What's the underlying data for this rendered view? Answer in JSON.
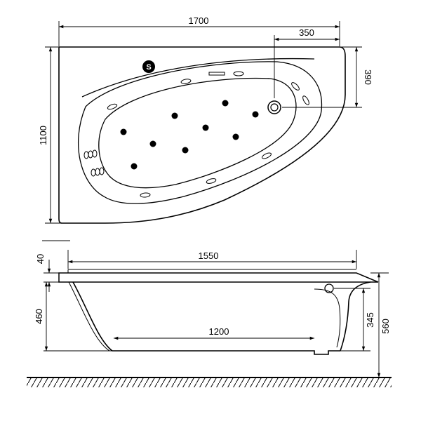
{
  "logo": {
    "letter": "S"
  },
  "dimensions": {
    "top_width": "1700",
    "drain_offset_x": "350",
    "drain_offset_y": "390",
    "top_depth": "1100",
    "rim_length": "1550",
    "bottom_length": "1200",
    "rim_thickness": "40",
    "inner_height": "460",
    "overflow_height": "345",
    "total_height": "560"
  },
  "colors": {
    "line": "#000000",
    "background": "#ffffff"
  }
}
